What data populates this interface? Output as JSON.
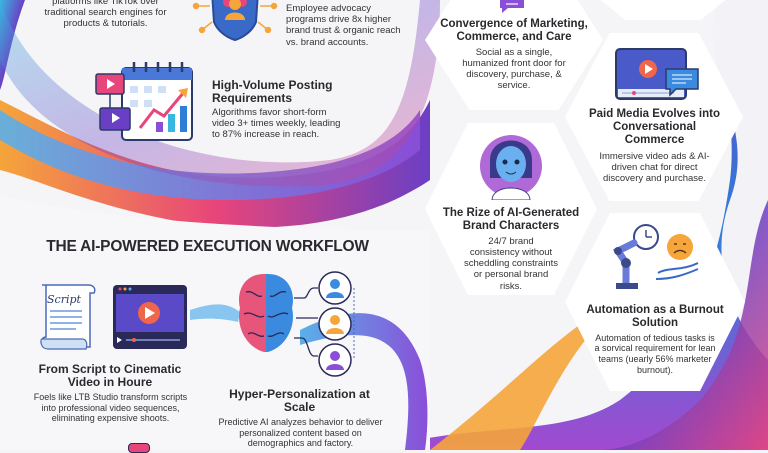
{
  "top_left": {
    "body": "platforms like TikTok over traditional search engines for products & tutorials."
  },
  "advocacy": {
    "body": "Employee advocacy programs drive 8x higher brand trust & organic reach vs. brand accounts."
  },
  "posting": {
    "title": "High-Volume Posting Requirements",
    "body": "Algorithms favor short-form video 3+ times weekly, leading to 87% increase in reach."
  },
  "hexagons": [
    {
      "title": "Convergence of Marketing, Commerce, and Care",
      "body": "Social as a single, humanized front door for discovery, purchase, & service."
    },
    {
      "title": "Paid Media Evolves into Conversational Commerce",
      "body": "Immersive video ads & AI-driven chat for direct discovery and purchase."
    },
    {
      "title": "The Rize of AI-Generated Brand Characters",
      "body": "24/7 brand consistency without scheddling constraints or personal brand risks."
    },
    {
      "title": "Automation as a Burnout Solution",
      "body": "Automation of tedious tasks is a sorvical requirement for lean teams (uearly 56% marketer burnout)."
    }
  ],
  "workflow": {
    "heading": "THE AI-POWERED EXECUTION WORKFLOW",
    "script_label": "Script",
    "steps": [
      {
        "title": "From Script to Cinematic Video in Houre",
        "body": "Foels like LTB Studio transform scripts into professional video sequences, eliminating expensive shoots."
      },
      {
        "title": "Hyper-Personalization at Scale",
        "body": "Predictive AI analyzes behavior to deliver personalized content based on demographics and factory."
      }
    ]
  },
  "colors": {
    "purple": "#6b3fc4",
    "blue": "#2f7fd8",
    "orange": "#f5a53a",
    "pink": "#e8457a",
    "cyan": "#38b8e0"
  }
}
